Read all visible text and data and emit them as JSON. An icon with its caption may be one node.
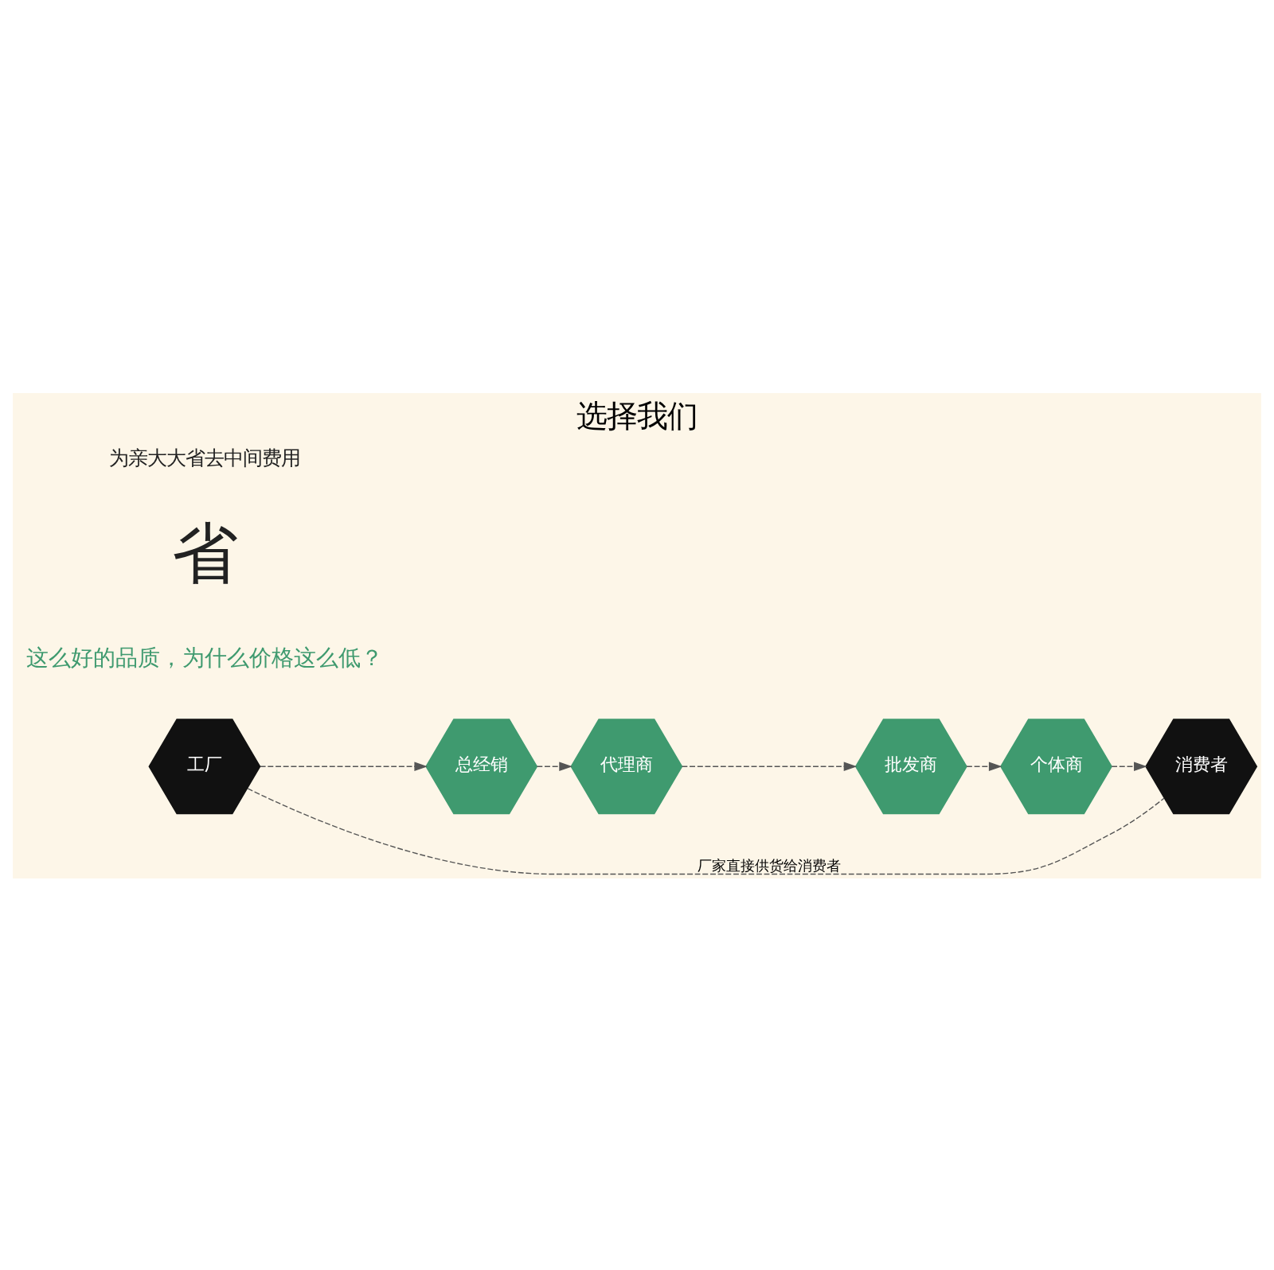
{
  "diagram": {
    "title": "选择我们",
    "nodes": [
      {
        "text": [
          "工厂"
        ]
      },
      {
        "text": [
          "总经销"
        ]
      },
      {
        "text": [
          "代理商"
        ]
      },
      {
        "text": [
          "批发商"
        ]
      },
      {
        "text": [
          "个体商"
        ]
      },
      {
        "text": [
          "消费者"
        ]
      }
    ],
    "edges": [
      {
        "from": 0,
        "to": 1,
        "arrow": "to",
        "style": "dashed"
      },
      {
        "from": 1,
        "to": 2,
        "arrow": "to",
        "style": "dashed"
      },
      {
        "from": 2,
        "to": 3,
        "arrow": "to",
        "style": "dashed"
      },
      {
        "from": 3,
        "to": 4,
        "arrow": "to",
        "style": "dashed"
      },
      {
        "from": 4,
        "to": 5,
        "arrow": "to",
        "style": "dashed"
      },
      {
        "from": 0,
        "to": 5,
        "arrow": "none",
        "style": "dashed",
        "label": "厂家直接供货给消费者"
      }
    ],
    "labels": [
      "这么好的品质，为什么价格这么低？",
      "省",
      "为亲大大省去中间费用"
    ]
  }
}
